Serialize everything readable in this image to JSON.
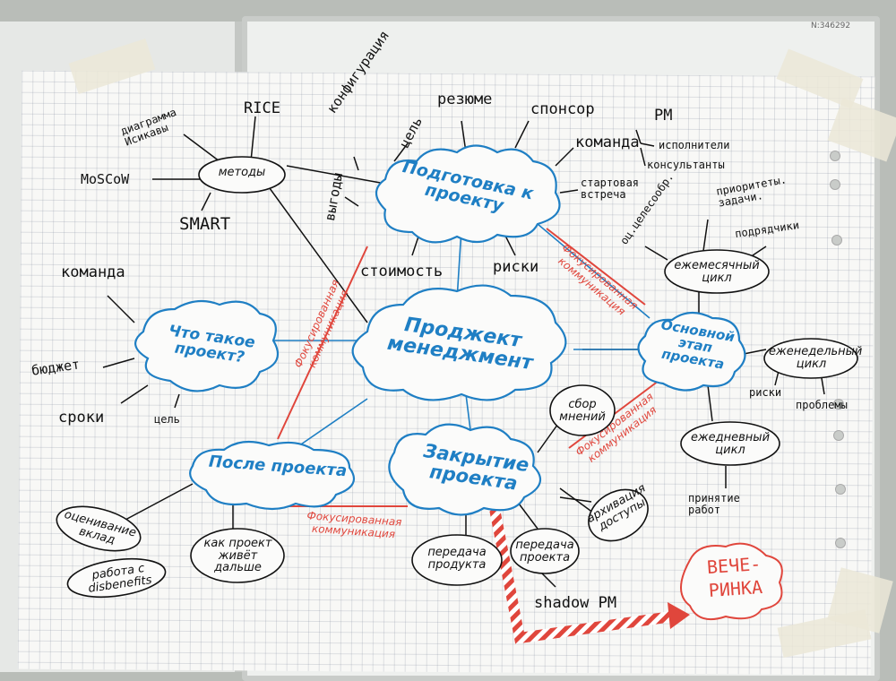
{
  "board_code": "N:346292",
  "center": "Проджект менеджмент",
  "preparation": {
    "title": "Подготовка к проекту",
    "items": [
      "конфигурация",
      "цель",
      "резюме",
      "спонсор",
      "выгоды",
      "стоимость",
      "риски",
      "стартовая встреча"
    ],
    "team": "команда",
    "team_items": [
      "PM",
      "исполнители",
      "консультанты"
    ]
  },
  "methods": {
    "label": "методы",
    "items": [
      "диаграмма Исикавы",
      "RICE",
      "MoSCoW",
      "SMART"
    ]
  },
  "what_is": {
    "title": "Что такое проект?",
    "items": [
      "команда",
      "бюджет",
      "сроки",
      "цель"
    ]
  },
  "main_stage": {
    "title": "Основной этап проекта",
    "monthly": "ежемесячный цикл",
    "monthly_items": [
      "оц.целесообр.",
      "приоритеты. задачи.",
      "подрядчики"
    ],
    "weekly": "еженедельный цикл",
    "weekly_items": [
      "риски",
      "проблемы"
    ],
    "daily": "ежедневный цикл",
    "daily_items": [
      "принятие работ"
    ]
  },
  "closing": {
    "title": "Закрытие проекта",
    "items": [
      "сбор мнений",
      "передача продукта",
      "передача проекта",
      "архивация доступы",
      "shadow PM"
    ]
  },
  "after": {
    "title": "После проекта",
    "items": [
      "оценивание вклад",
      "работа с disbenefits",
      "как проект живёт дальше"
    ]
  },
  "party": "ВЕЧЕ- РИНКА",
  "red_labels": [
    "Фокусированная коммуникация",
    "Фокусированная коммуникация",
    "Фокусированная коммуникация",
    "Фокусированная коммуникация"
  ],
  "colors": {
    "blue": "#1f7fc4",
    "red": "#e0463c",
    "ink": "#111111",
    "paper": "#f8f8f6"
  }
}
